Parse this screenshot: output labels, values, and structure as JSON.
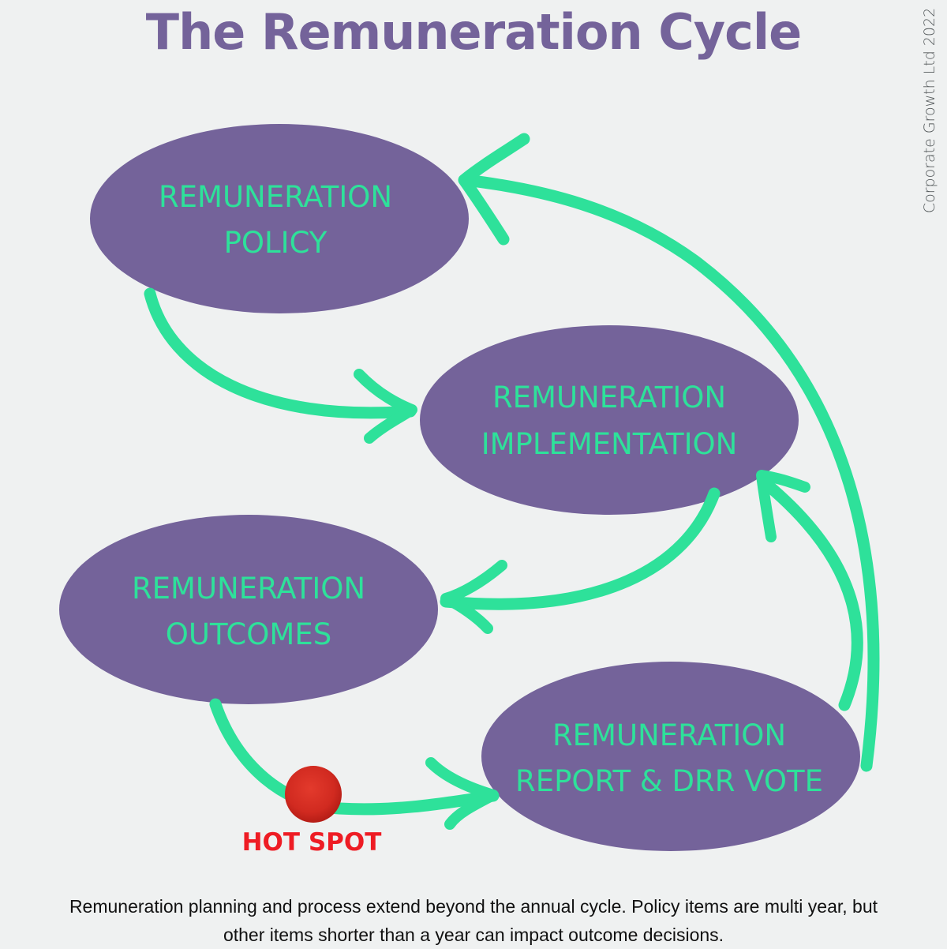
{
  "title": "The Remuneration Cycle",
  "credit": "Corporate Growth Ltd 2022",
  "colors": {
    "node_fill": "#74639a",
    "node_text": "#2ee19a",
    "arrow": "#2ee19a",
    "title": "#74639a",
    "hotspot": "#d42a1e",
    "hotspot_text": "#ee1c24"
  },
  "nodes": [
    {
      "id": "policy",
      "lines": [
        "REMUNERATION",
        "POLICY"
      ]
    },
    {
      "id": "implementation",
      "lines": [
        "REMUNERATION",
        "IMPLEMENTATION"
      ]
    },
    {
      "id": "outcomes",
      "lines": [
        "REMUNERATION",
        "OUTCOMES"
      ]
    },
    {
      "id": "report",
      "lines": [
        "REMUNERATION",
        "REPORT & DRR VOTE"
      ]
    }
  ],
  "edges": [
    {
      "from": "policy",
      "to": "implementation"
    },
    {
      "from": "implementation",
      "to": "outcomes"
    },
    {
      "from": "outcomes",
      "to": "report",
      "hotspot": true
    },
    {
      "from": "report",
      "to": "implementation"
    },
    {
      "from": "report",
      "to": "policy"
    }
  ],
  "hotspot": {
    "label": "HOT SPOT"
  },
  "caption": {
    "line1": "Remuneration planning and process extend beyond the annual cycle. Policy items are multi year, but",
    "line2": "other items shorter than a year can impact outcome decisions."
  }
}
